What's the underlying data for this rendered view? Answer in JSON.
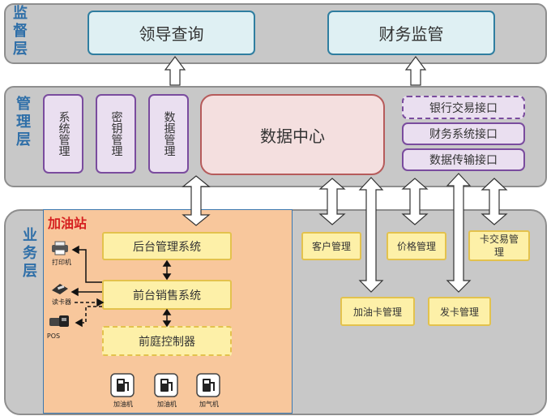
{
  "layers": {
    "supervision": {
      "label": "监督层",
      "boxes": [
        "领导查询",
        "财务监管"
      ]
    },
    "management": {
      "label": "管理层",
      "modules": [
        "系统管理",
        "密钥管理",
        "数据管理"
      ],
      "center": "数据中心",
      "interfaces": [
        "银行交易接口",
        "财务系统接口",
        "数据传输接口"
      ]
    },
    "business": {
      "label": "业务层",
      "station": {
        "title": "加油站",
        "systems": [
          "后台管理系统",
          "前台销售系统",
          "前庭控制器"
        ],
        "devices": [
          {
            "label": "打印机",
            "icon": "printer-icon"
          },
          {
            "label": "读卡器",
            "icon": "card-reader-icon"
          },
          {
            "label": "POS",
            "icon": "pos-icon"
          }
        ],
        "pumps": [
          {
            "label": "加油机",
            "icon": "fuel-pump-icon"
          },
          {
            "label": "加油机",
            "icon": "fuel-pump-icon"
          },
          {
            "label": "加气机",
            "icon": "gas-pump-icon"
          }
        ]
      },
      "services": {
        "customer": "客户管理",
        "price": "价格管理",
        "card_transaction": "卡交易管理",
        "fuel_card": "加油卡管理",
        "card_issue": "发卡管理"
      }
    }
  },
  "colors": {
    "layer_fill": "#c8c8c8",
    "label_blue": "#2f6fa8",
    "station_fill": "#f8c79c",
    "station_title": "#d62020",
    "service_fill": "#fdf0a8",
    "purple_border": "#7a4c9e"
  }
}
